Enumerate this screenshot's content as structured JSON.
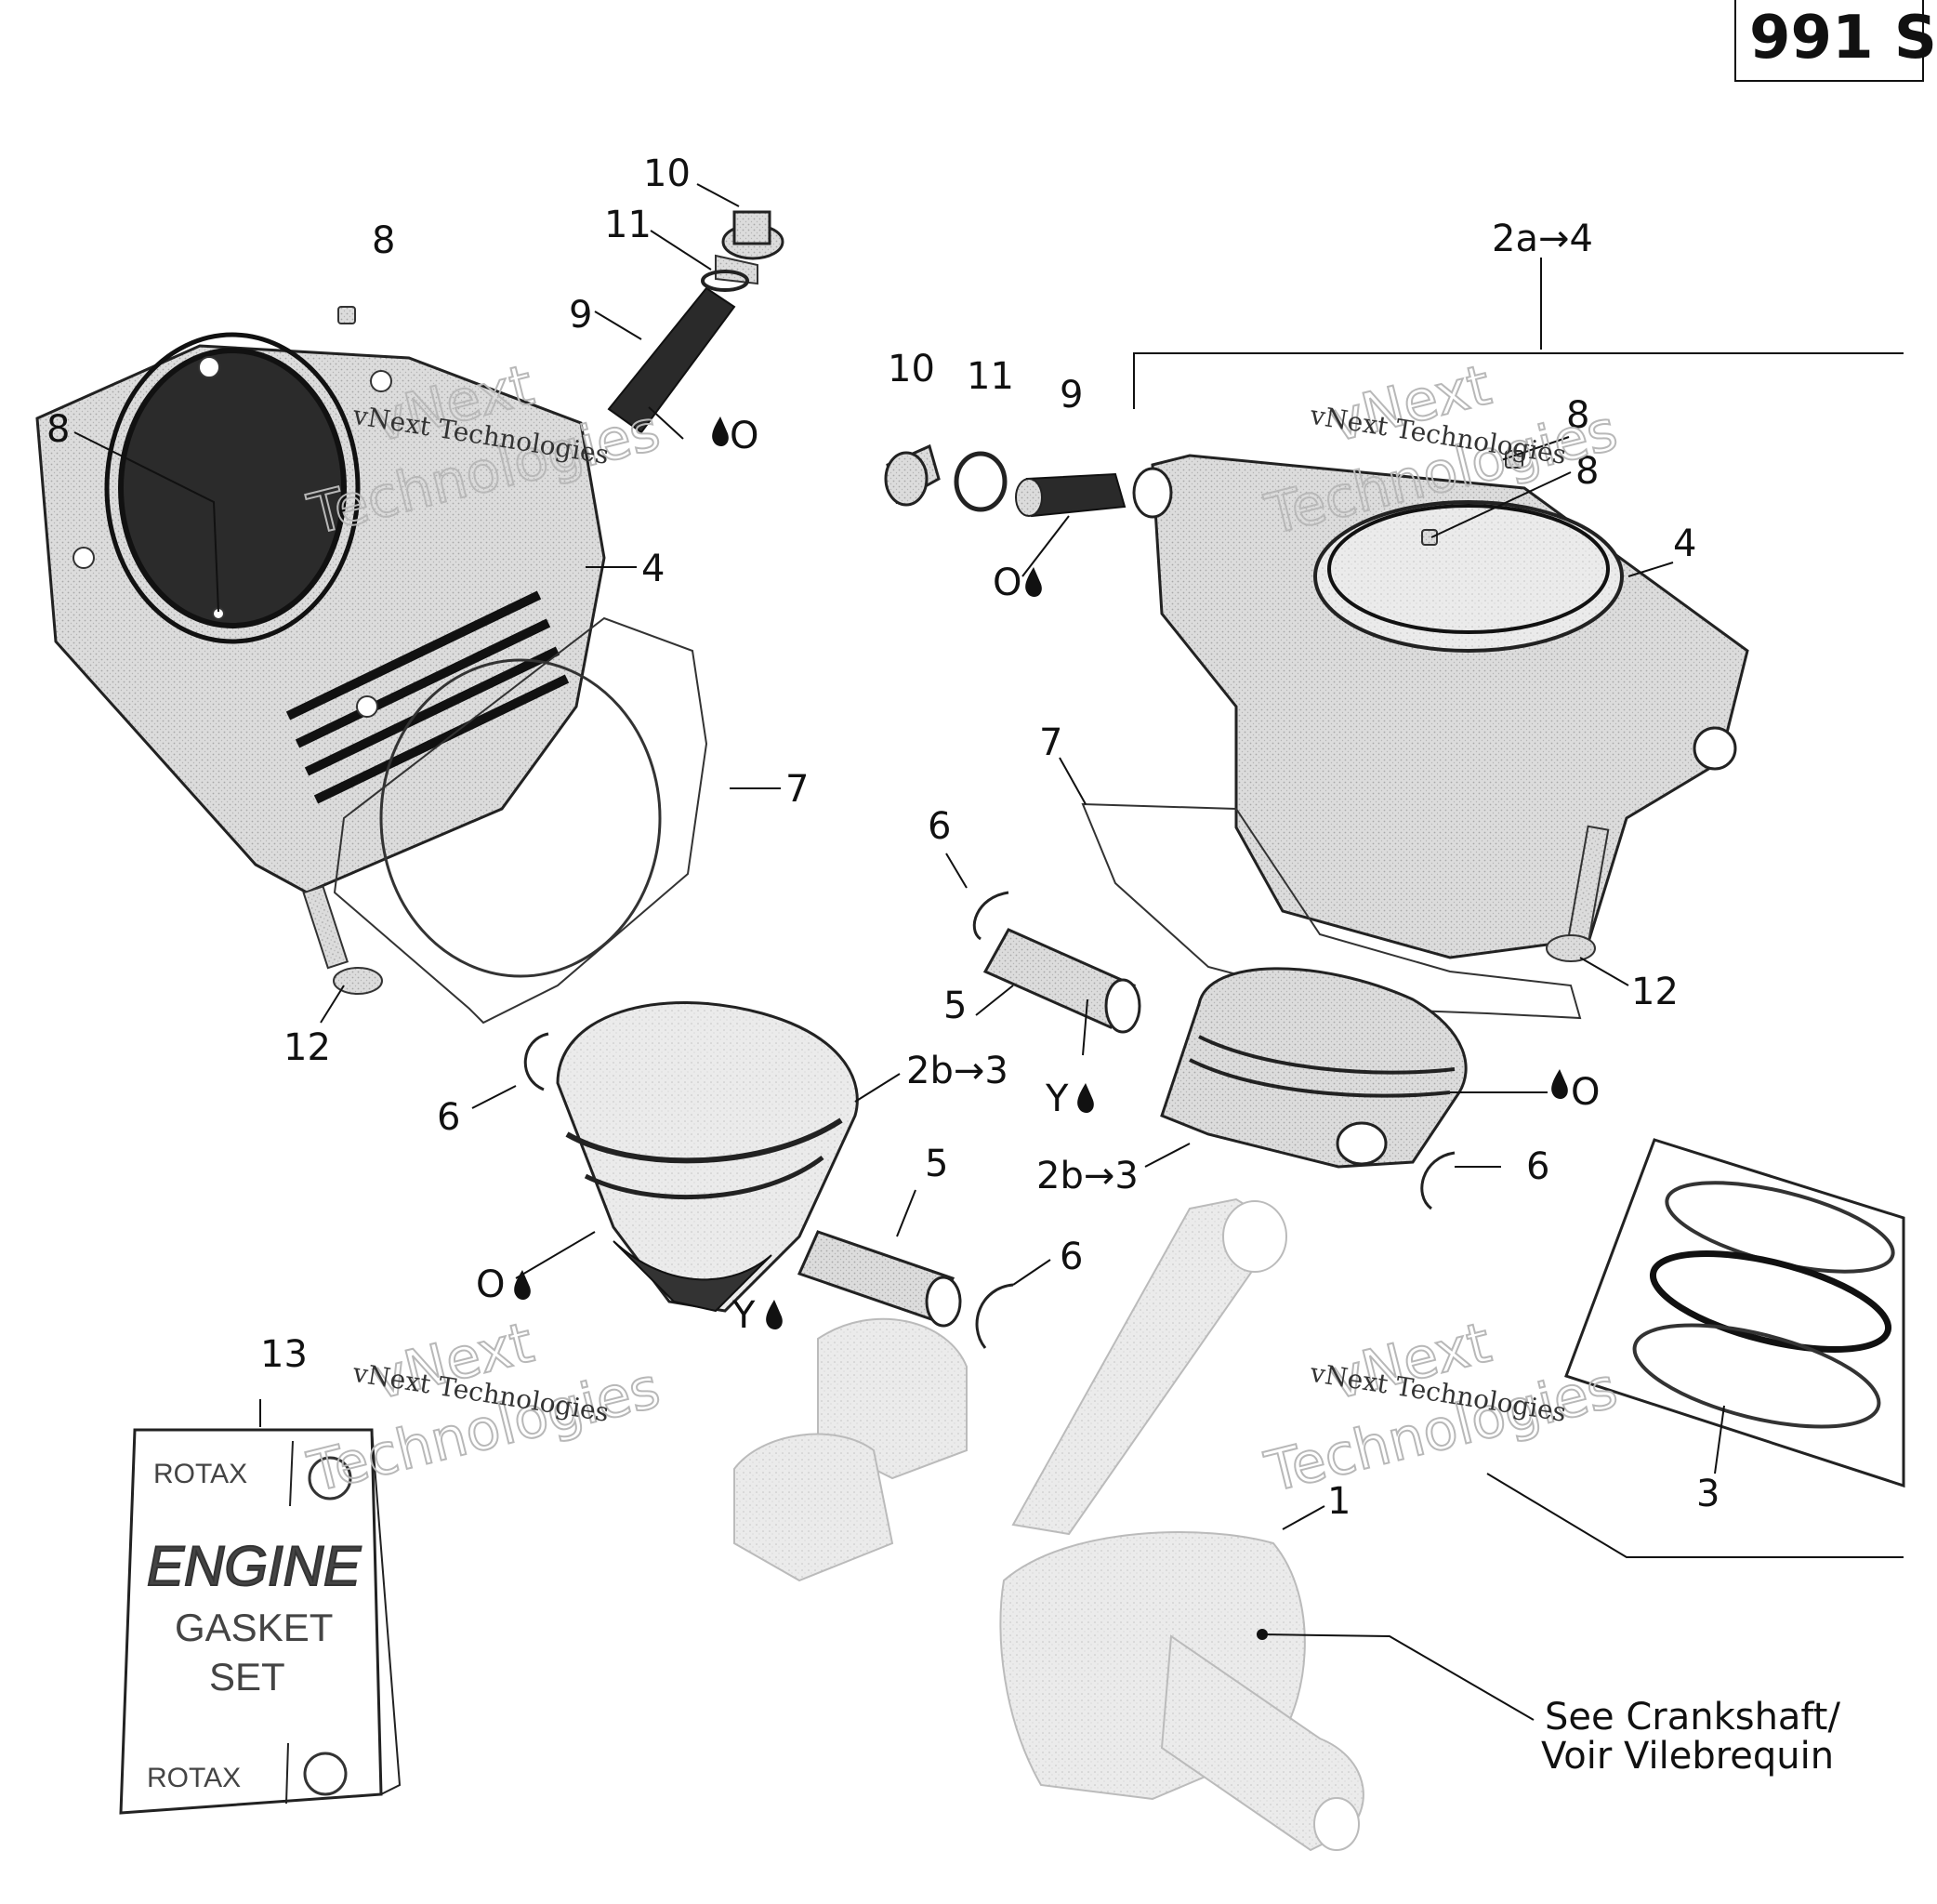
{
  "diagram_code": "991 S",
  "callouts": {
    "c1": "1",
    "c2a4": "2a→4",
    "c2b3_left": "2b→3",
    "c2b3_right": "2b→3",
    "c3": "3",
    "c4_left": "4",
    "c4_right": "4",
    "c5_left": "5",
    "c5_right": "5",
    "c6_a": "6",
    "c6_b": "6",
    "c6_c": "6",
    "c6_d": "6",
    "c7_left": "7",
    "c7_right": "7",
    "c8_a": "8",
    "c8_b": "8",
    "c8_c": "8",
    "c8_d": "8",
    "c9_left": "9",
    "c9_right": "9",
    "c10_left": "10",
    "c10_right": "10",
    "c11_left": "11",
    "c11_right": "11",
    "c12_left": "12",
    "c12_right": "12",
    "c13": "13"
  },
  "lubricant_marks": {
    "oil_a": "O",
    "oil_b": "O",
    "oil_c": "O",
    "oil_d": "O",
    "grease_y_a": "Y",
    "grease_y_b": "Y"
  },
  "reference_note": {
    "line1": "See Crankshaft/",
    "line2": "Voir Vilebrequin"
  },
  "gasket_package": {
    "brand_top": "ROTAX",
    "title": "ENGINE",
    "line2": "GASKET",
    "line3": "SET",
    "brand_bottom": "ROTAX"
  },
  "watermark": {
    "big_line1": "vNext",
    "big_line2": "Technologies",
    "small": "vNext Technologies"
  },
  "colors": {
    "ink": "#111111",
    "part_fill": "#d9d9d9",
    "crank_fill": "#e6e6e6",
    "watermark": "#b8b8b8"
  }
}
